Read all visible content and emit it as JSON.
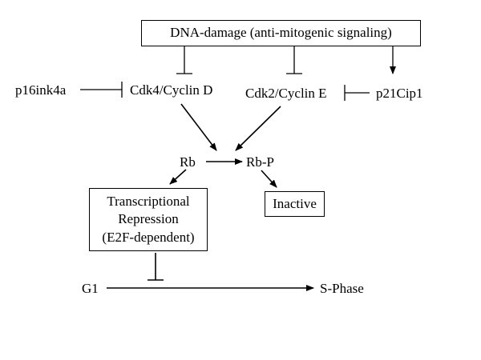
{
  "nodes": {
    "dna_damage": "DNA-damage (anti-mitogenic signaling)",
    "p16": "p16ink4a",
    "cdk4": "Cdk4/Cyclin D",
    "cdk2": "Cdk2/Cyclin E",
    "p21": "p21Cip1",
    "rb": "Rb",
    "rbp": "Rb-P",
    "repression": [
      "Transcriptional",
      "Repression",
      "(E2F-dependent)"
    ],
    "inactive": "Inactive",
    "g1": "G1",
    "sphase": "S-Phase"
  },
  "colors": {
    "ink": "#000000",
    "background": "#ffffff"
  }
}
